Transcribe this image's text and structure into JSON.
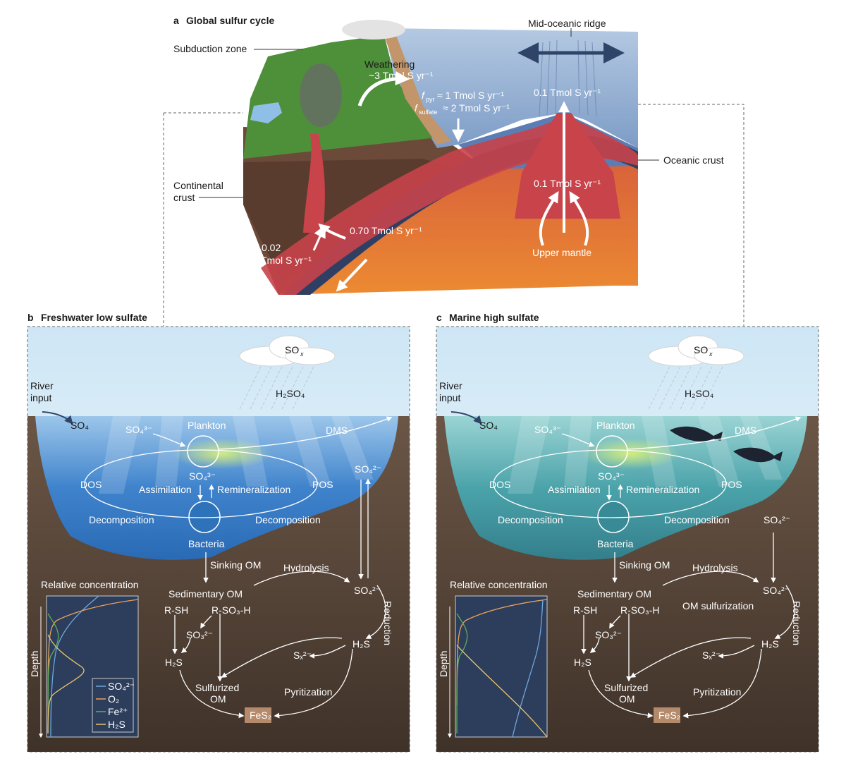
{
  "panel_a": {
    "letter": "a",
    "title": "Global sulfur cycle",
    "subduction_zone": "Subduction zone",
    "mid_oceanic_ridge": "Mid-oceanic ridge",
    "weathering": "Weathering",
    "weathering_flux": "~3 Tmol S yr⁻¹",
    "fpyr_label": "f",
    "fpyr_sub": "pyr",
    "fpyr_value": "≈ 1 Tmol S yr⁻¹",
    "fsulfate_label": "f",
    "fsulfate_sub": "sulfate",
    "fsulfate_value": "≈ 2 Tmol S yr⁻¹",
    "ridge_flux": "0.1 Tmol S yr⁻¹",
    "mantle_flux": "0.1 Tmol S yr⁻¹",
    "oceanic_crust": "Oceanic crust",
    "continental_crust_1": "Continental",
    "continental_crust_2": "crust",
    "subduction_flux": "0.70 Tmol S yr⁻¹",
    "volcanic_flux_1": "0.02",
    "volcanic_flux_2": "Tmol S yr⁻¹",
    "upper_mantle": "Upper mantle"
  },
  "panel_b": {
    "letter": "b",
    "title": "Freshwater low sulfate",
    "sox": "SO",
    "sox_sub": "x",
    "h2so4": "H₂SO₄",
    "river_1": "River",
    "river_2": "input",
    "so4_in": "SO₄",
    "so4_3": "SO₄³⁻",
    "plankton": "Plankton",
    "dms": "DMS",
    "so4_2_right": "SO₄²⁻",
    "dos": "DOS",
    "pos": "POS",
    "so4_3_center": "SO₄³⁻",
    "assimilation": "Assimilation",
    "remineralization": "Remineralization",
    "decomposition_left": "Decomposition",
    "decomposition_right": "Decomposition",
    "bacteria": "Bacteria",
    "sinking_om": "Sinking OM",
    "hydrolysis": "Hydrolysis",
    "relative_concentration": "Relative concentration",
    "sedimentary_om": "Sedimentary OM",
    "so4_2_sed": "SO₄²⁻",
    "r_sh": "R-SH",
    "r_so3h": "R-SO₃-H",
    "reduction": "Reduction",
    "so3_2": "SO₃²⁻",
    "h2s_right": "H₂S",
    "sx_2": "Sₓ²⁻",
    "h2s_left": "H₂S",
    "sulfurized_om_1": "Sulfurized",
    "sulfurized_om_2": "OM",
    "pyritization": "Pyritization",
    "fes2": "FeS₂",
    "depth": "Depth",
    "legend": [
      "SO₄²⁻",
      "O₂",
      "Fe²⁺",
      "H₂S"
    ]
  },
  "panel_c": {
    "letter": "c",
    "title": "Marine high sulfate",
    "sox": "SO",
    "sox_sub": "x",
    "h2so4": "H₂SO₄",
    "river_1": "River",
    "river_2": "input",
    "so4_in": "SO₄",
    "so4_3": "SO₄³⁻",
    "plankton": "Plankton",
    "dms": "DMS",
    "dos": "DOS",
    "pos": "POS",
    "so4_3_center": "SO₄³⁻",
    "assimilation": "Assimilation",
    "remineralization": "Remineralization",
    "decomposition_left": "Decomposition",
    "decomposition_right": "Decomposition",
    "so4_2_right": "SO₄²⁻",
    "bacteria": "Bacteria",
    "sinking_om": "Sinking OM",
    "hydrolysis": "Hydrolysis",
    "relative_concentration": "Relative concentration",
    "sedimentary_om": "Sedimentary OM",
    "so4_2_sed": "SO₄²⁻",
    "r_sh": "R-SH",
    "r_so3h": "R-SO₃-H",
    "om_sulfurization": "OM sulfurization",
    "reduction": "Reduction",
    "so3_2": "SO₃²⁻",
    "h2s_right": "H₂S",
    "sx_2": "Sₓ²⁻",
    "h2s_left": "H₂S",
    "sulfurized_om_1": "Sulfurized",
    "sulfurized_om_2": "OM",
    "pyritization": "Pyritization",
    "fes2": "FeS₂",
    "depth": "Depth"
  },
  "colors": {
    "land_green": "#4e8f3a",
    "ocean_blue": "#8aa6c9",
    "slab": "#2f3f63",
    "magma_red": "#c8434a",
    "mantle_orange": "#e57e36",
    "crust_brown": "#6b4a3a",
    "freshwater": "#3a7cc4",
    "marine": "#3f9aa3",
    "sediment": "#5e4a3c",
    "fes2_box": "#b58a6a",
    "so4_line": "#6fa8dc",
    "o2_line": "#e9a35a",
    "fe_line": "#5fae55",
    "h2s_line": "#e7c56a"
  }
}
